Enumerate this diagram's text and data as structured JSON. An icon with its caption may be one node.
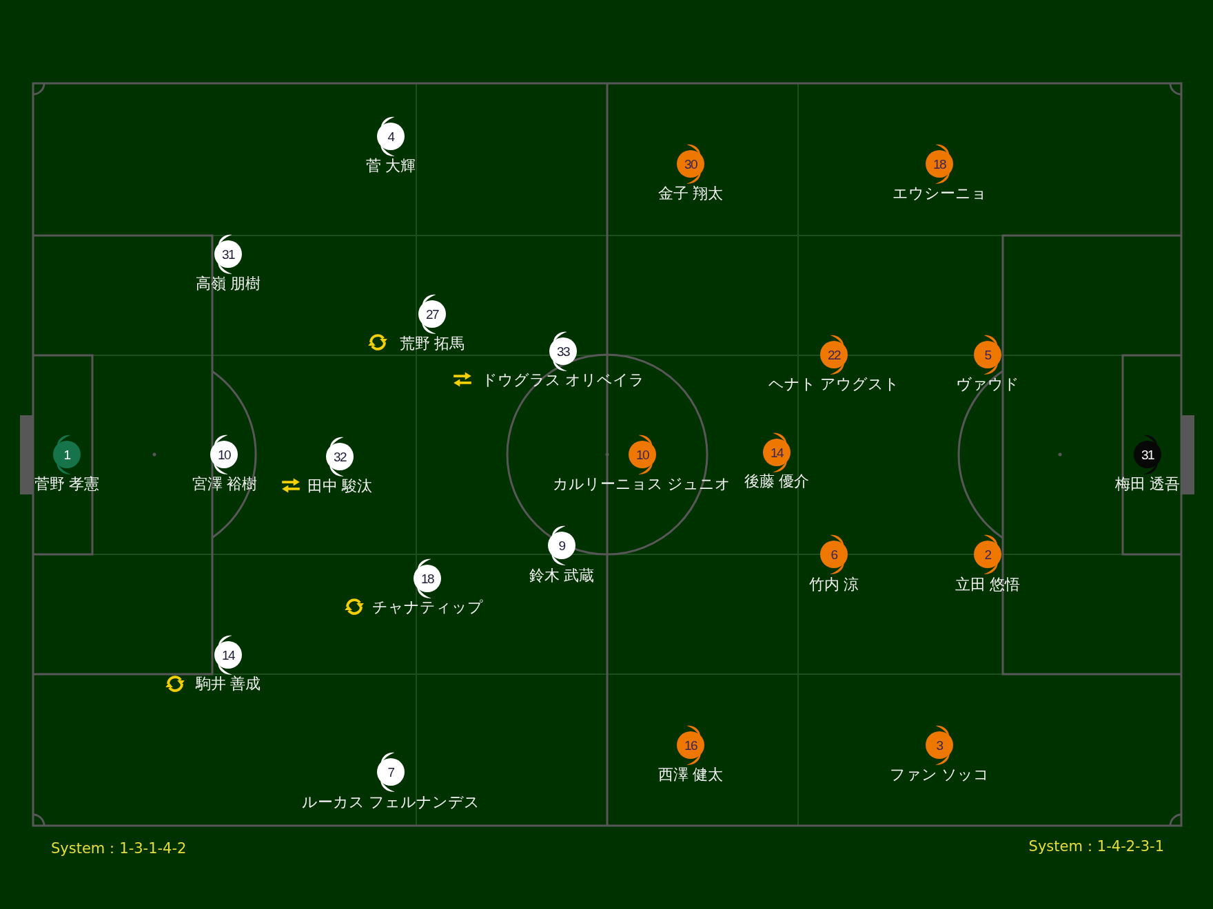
{
  "diagram": {
    "nodes": [
      {
        "text": [
          "4"
        ],
        "beside": [
          "菅 大輝"
        ]
      },
      {
        "text": [
          "31"
        ],
        "beside": [
          "高嶺 朋樹"
        ]
      },
      {
        "text": [
          "27"
        ],
        "beside": [
          "荒野 拓馬"
        ]
      },
      {
        "text": [
          "33"
        ],
        "beside": [
          "ドウグラス オリベイラ"
        ]
      },
      {
        "text": [
          "1"
        ],
        "beside": [
          "菅野 孝憲"
        ]
      },
      {
        "text": [
          "10"
        ],
        "beside": [
          "宮澤 裕樹"
        ]
      },
      {
        "text": [
          "32"
        ],
        "beside": [
          "田中 駿汰"
        ]
      },
      {
        "text": [
          "9"
        ],
        "beside": [
          "鈴木 武蔵"
        ]
      },
      {
        "text": [
          "18"
        ],
        "beside": [
          "チャナティップ"
        ]
      },
      {
        "text": [
          "14"
        ],
        "beside": [
          "駒井 善成"
        ]
      },
      {
        "text": [
          "7"
        ],
        "beside": [
          "ルーカス フェルナンデス"
        ]
      },
      {
        "text": [
          "30"
        ],
        "beside": [
          "金子 翔太"
        ]
      },
      {
        "text": [
          "18"
        ],
        "beside": [
          "エウシーニョ"
        ]
      },
      {
        "text": [
          "22"
        ],
        "beside": [
          "ヘナト アウグスト"
        ]
      },
      {
        "text": [
          "5"
        ],
        "beside": [
          "ヴァウド"
        ]
      },
      {
        "text": [
          "10"
        ],
        "beside": [
          "カルリーニョス ジュニオ"
        ]
      },
      {
        "text": [
          "14"
        ],
        "beside": [
          "後藤 優介"
        ]
      },
      {
        "text": [
          "6"
        ],
        "beside": [
          "竹内 涼"
        ]
      },
      {
        "text": [
          "2"
        ],
        "beside": [
          "立田 悠悟"
        ]
      },
      {
        "text": [
          "16"
        ],
        "beside": [
          "西澤 健太"
        ]
      },
      {
        "text": [
          "3"
        ],
        "beside": [
          "ファン ソッコ"
        ]
      },
      {
        "text": [
          "31"
        ],
        "beside": [
          "梅田 透吾"
        ]
      }
    ],
    "labels": [
      "System：1-3-1-4-2",
      "System：1-4-2-3-1"
    ]
  }
}
